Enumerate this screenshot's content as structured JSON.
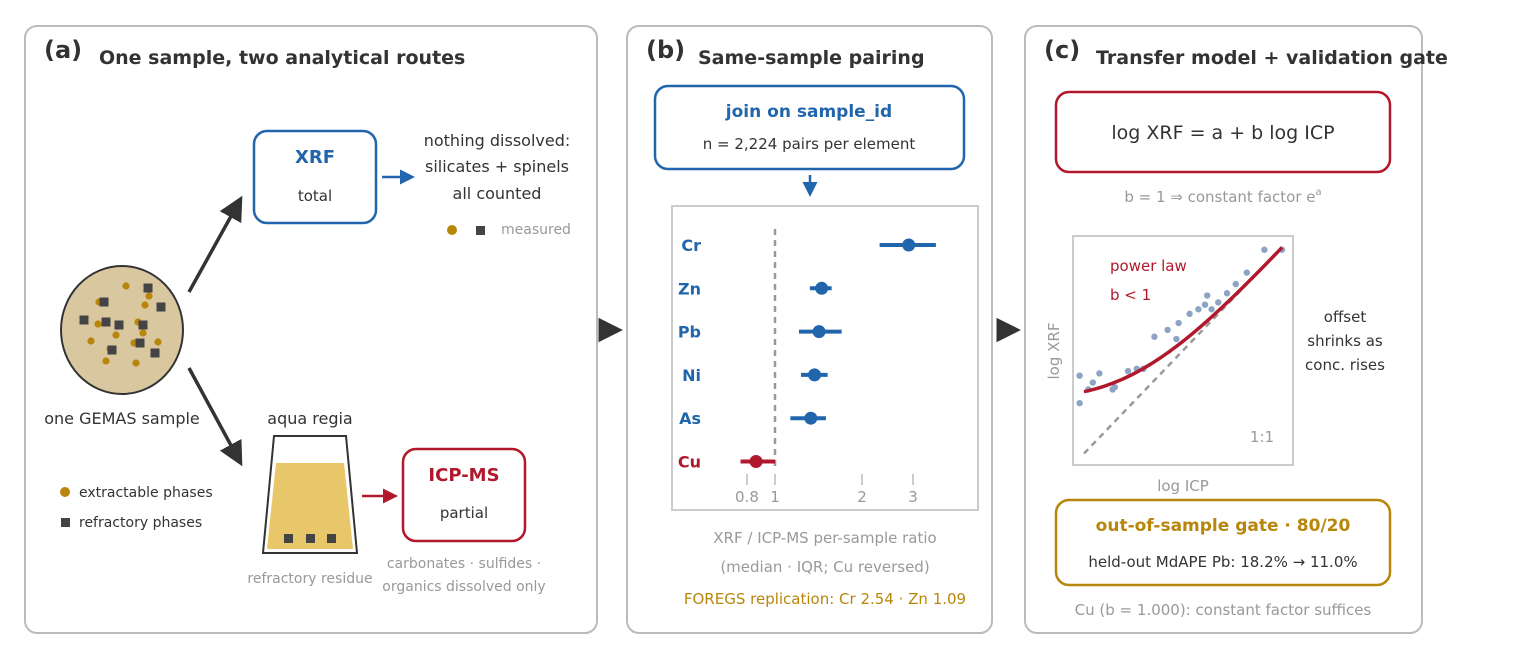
{
  "colors": {
    "xrf_blue": "#2166ac",
    "icp_red": "#b2182b",
    "gold": "#b8860b",
    "dark": "#333333",
    "gray": "#999999",
    "sample_fill": "#d9c7a0",
    "residue_fill": "#e8c66a",
    "scatter_dot": "#8ca3c4"
  },
  "panel_a": {
    "letter": "(a)",
    "title": "One sample, two analytical routes",
    "sample_label": "one GEMAS sample",
    "xrf_box": {
      "title": "XRF",
      "sub": "total"
    },
    "xrf_note": [
      "nothing dissolved:",
      "silicates + spinels",
      "all counted"
    ],
    "measured_label": "measured",
    "aqua_regia_label": "aqua regia",
    "residue_label": "refractory residue",
    "icp_box": {
      "title": "ICP-MS",
      "sub": "partial"
    },
    "icp_note": [
      "carbonates · sulfides ·",
      "organics dissolved only"
    ],
    "legend": [
      {
        "icon": "gold-dot",
        "label": "extractable phases"
      },
      {
        "icon": "dark-square",
        "label": "refractory phases"
      }
    ]
  },
  "panel_b": {
    "letter": "(b)",
    "title": "Same-sample pairing",
    "join_title": "join on sample_id",
    "join_sub": "n = 2,224 pairs per element",
    "caption": [
      "XRF / ICP-MS per-sample ratio",
      "(median · IQR; Cu reversed)"
    ],
    "foregs": "FOREGS replication: Cr 2.54 · Zn 1.09"
  },
  "chart_data": {
    "type": "scatter",
    "description_kind": "dot-and-whisker, log ratio axis",
    "log_x": true,
    "xlim": [
      0.72,
      4.2
    ],
    "xticks": [
      0.8,
      1,
      2,
      3
    ],
    "xtick_labels": [
      "0.8",
      "1",
      "2",
      "3"
    ],
    "reference_line_x": 1,
    "categories": [
      "Cr",
      "Zn",
      "Pb",
      "Ni",
      "As",
      "Cu"
    ],
    "median": [
      2.9,
      1.45,
      1.42,
      1.37,
      1.33,
      0.86
    ],
    "iqr": [
      [
        2.3,
        3.6
      ],
      [
        1.32,
        1.57
      ],
      [
        1.21,
        1.7
      ],
      [
        1.23,
        1.52
      ],
      [
        1.13,
        1.5
      ],
      [
        0.76,
        1.0
      ]
    ],
    "category_colors": [
      "#2166ac",
      "#2166ac",
      "#2166ac",
      "#2166ac",
      "#2166ac",
      "#b2182b"
    ]
  },
  "panel_c": {
    "letter": "(c)",
    "title": "Transfer model + validation gate",
    "formula": "log XRF = a + b log ICP",
    "b1_note_prefix": "b = 1  ⇒  constant factor e",
    "b1_note_sup": "a",
    "powerlaw_label": "power law",
    "b_lt_1": "b < 1",
    "one_to_one": "1:1",
    "ylabel": "log XRF",
    "xlabel": "log ICP",
    "offset_note": [
      "offset",
      "shrinks as",
      "conc. rises"
    ],
    "gate_title": "out-of-sample gate · 80/20",
    "gate_sub": "held-out MdAPE Pb: 18.2%  →  11.0%",
    "cu_note": "Cu (b = 1.000): constant factor suffices",
    "scatter_points": [
      [
        0.03,
        0.27
      ],
      [
        0.03,
        0.39
      ],
      [
        0.07,
        0.33
      ],
      [
        0.09,
        0.36
      ],
      [
        0.12,
        0.4
      ],
      [
        0.18,
        0.33
      ],
      [
        0.19,
        0.34
      ],
      [
        0.25,
        0.41
      ],
      [
        0.29,
        0.42
      ],
      [
        0.32,
        0.42
      ],
      [
        0.37,
        0.56
      ],
      [
        0.43,
        0.59
      ],
      [
        0.47,
        0.55
      ],
      [
        0.48,
        0.62
      ],
      [
        0.53,
        0.66
      ],
      [
        0.57,
        0.68
      ],
      [
        0.6,
        0.7
      ],
      [
        0.61,
        0.74
      ],
      [
        0.63,
        0.68
      ],
      [
        0.66,
        0.71
      ],
      [
        0.7,
        0.75
      ],
      [
        0.74,
        0.79
      ],
      [
        0.79,
        0.84
      ],
      [
        0.87,
        0.94
      ],
      [
        0.95,
        0.94
      ]
    ]
  }
}
